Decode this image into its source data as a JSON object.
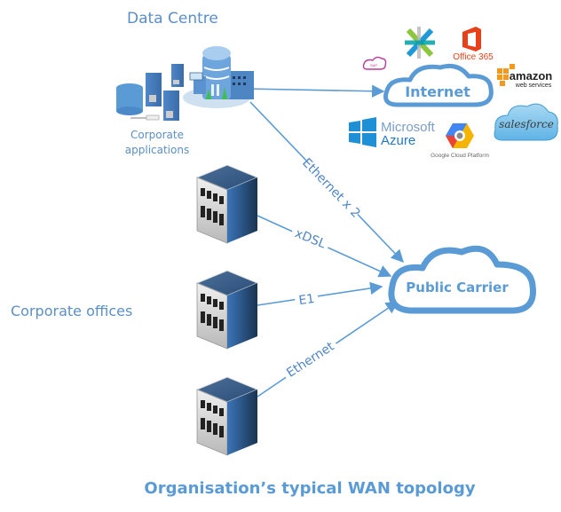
{
  "title": "Organisation’s typical WAN topology",
  "groups": {
    "data_centre": "Data Centre",
    "corporate_apps": [
      "Corporate",
      "applications"
    ],
    "corporate_offices": "Corporate offices"
  },
  "clouds": {
    "internet": "Internet",
    "public_carrier": "Public Carrier"
  },
  "links": {
    "dc_to_carrier": "Ethernet x 2",
    "office1": "xDSL",
    "office2": "E1",
    "office3": "Ethernet"
  },
  "services": {
    "office365": "Office 365",
    "amazon": "amazon",
    "amazon_sub": "web services",
    "salesforce": "salesforce",
    "microsoft": "Microsoft",
    "azure": "Azure",
    "google": "Google Cloud Platform",
    "sap": "SAP"
  },
  "colors": {
    "accent": "#5b9bd5",
    "text": "#5b8fc7",
    "line": "#5b9bd5"
  }
}
